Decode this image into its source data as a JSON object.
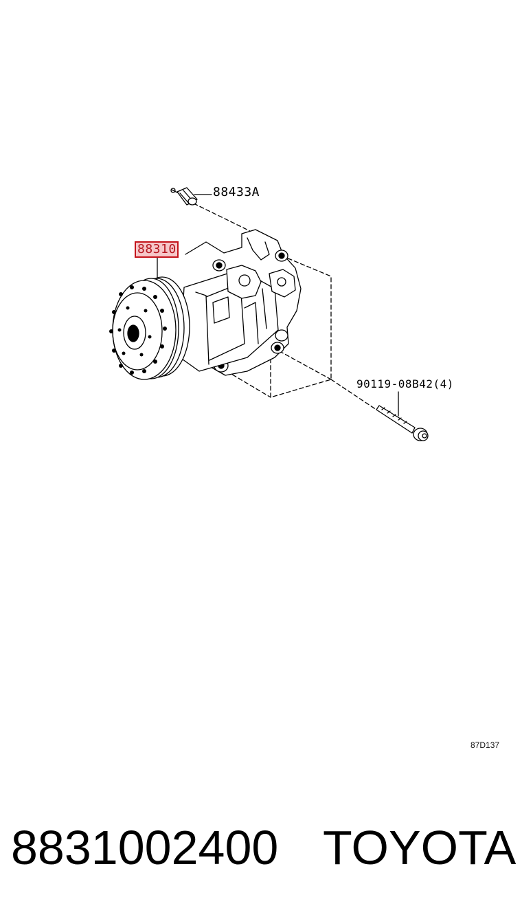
{
  "callouts": {
    "sensor_part": "88433A",
    "compressor_part": "88310",
    "bolt_part": "90119-08B42(4)",
    "figure_code": "87D137"
  },
  "footer": {
    "part_number": "8831002400",
    "brand": "TOYOTA"
  },
  "colors": {
    "highlight_border": "#c4141b",
    "highlight_fill": "#f6c7c9",
    "line": "#000000"
  }
}
